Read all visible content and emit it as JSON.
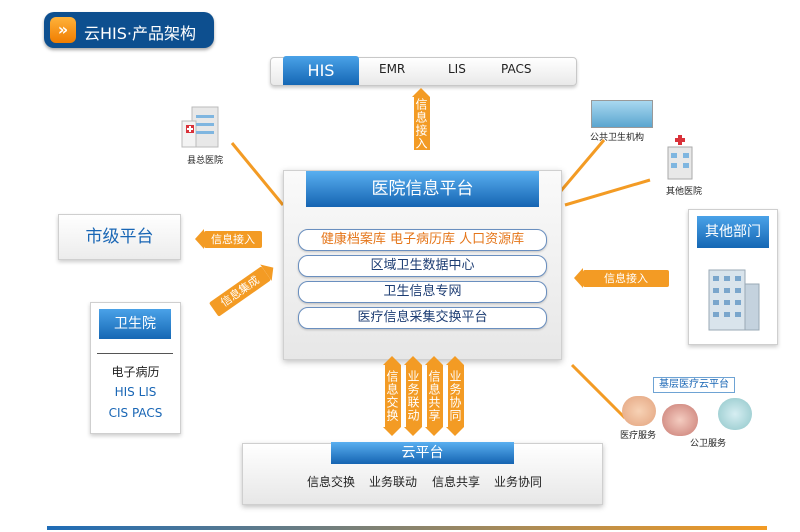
{
  "title": "云HIS·产品架构",
  "top_systems": [
    "HIS",
    "EMR",
    "LIS",
    "PACS"
  ],
  "arrow_labels": {
    "top": "信息接入",
    "left_city": "信息接入",
    "left_clinic": "信息集成",
    "right_other": "信息接入",
    "bottom": [
      "信息交换",
      "业务联动",
      "信息共享",
      "业务协同"
    ]
  },
  "platform": {
    "title": "医院信息平台",
    "items": [
      "健康档案库 电子病历库 人口资源库",
      "区域卫生数据中心",
      "卫生信息专网",
      "医疗信息采集交换平台"
    ]
  },
  "city_platform": "市级平台",
  "clinic": {
    "title": "卫生院",
    "items": [
      "电子病历",
      "HIS LIS",
      "CIS PACS"
    ]
  },
  "other_dept": "其他部门",
  "cloud": {
    "title": "云平台",
    "items": [
      "信息交换",
      "业务联动",
      "信息共享",
      "业务协同"
    ]
  },
  "icons": {
    "general_hospital": "县总医院",
    "public_health": "公共卫生机构",
    "other_hospital": "其他医院",
    "grassroots": "基层医疗云平台",
    "medical_service": "医疗服务",
    "public_service": "公卫服务"
  },
  "colors": {
    "blue": "#1567b4",
    "orange": "#f39b24"
  }
}
